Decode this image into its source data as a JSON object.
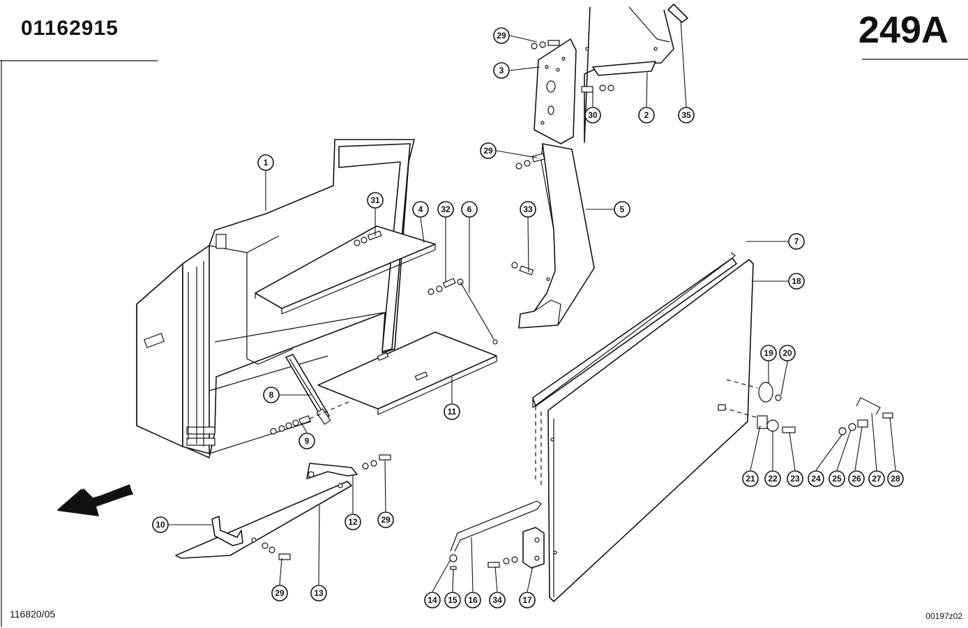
{
  "header": {
    "part_number": "01162915",
    "page_label": "249A"
  },
  "footer": {
    "left_code": "116820/05",
    "right_code": "00197z02"
  },
  "callouts": [
    {
      "label": "1"
    },
    {
      "label": "2"
    },
    {
      "label": "3"
    },
    {
      "label": "4"
    },
    {
      "label": "5"
    },
    {
      "label": "6"
    },
    {
      "label": "7"
    },
    {
      "label": "8"
    },
    {
      "label": "9"
    },
    {
      "label": "10"
    },
    {
      "label": "11"
    },
    {
      "label": "12"
    },
    {
      "label": "13"
    },
    {
      "label": "14"
    },
    {
      "label": "15"
    },
    {
      "label": "16"
    },
    {
      "label": "17"
    },
    {
      "label": "18"
    },
    {
      "label": "19"
    },
    {
      "label": "20"
    },
    {
      "label": "21"
    },
    {
      "label": "22"
    },
    {
      "label": "23"
    },
    {
      "label": "24"
    },
    {
      "label": "25"
    },
    {
      "label": "26"
    },
    {
      "label": "27"
    },
    {
      "label": "28"
    },
    {
      "label": "29"
    },
    {
      "label": "29"
    },
    {
      "label": "29"
    },
    {
      "label": "29"
    },
    {
      "label": "30"
    },
    {
      "label": "31"
    },
    {
      "label": "32"
    },
    {
      "label": "33"
    },
    {
      "label": "34"
    },
    {
      "label": "35"
    }
  ]
}
